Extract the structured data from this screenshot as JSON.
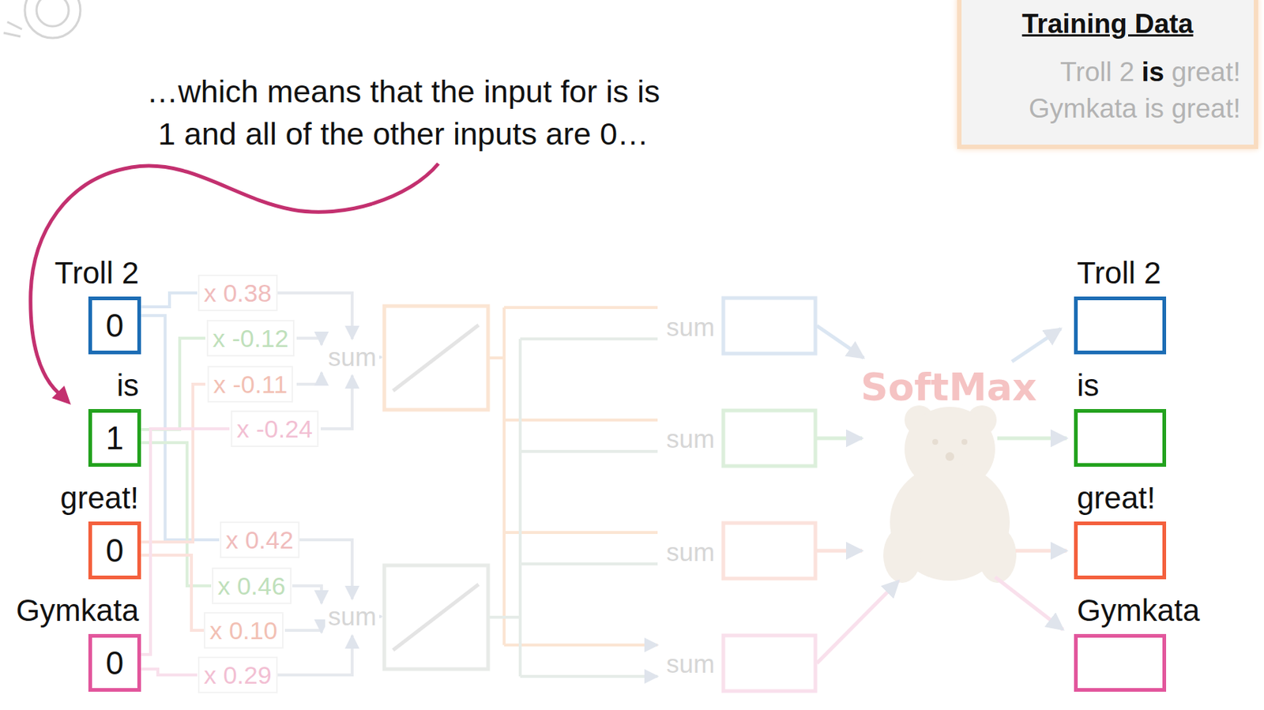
{
  "diagram": {
    "title": "…which means that the input for is is 1 and all of the other inputs are 0…",
    "nodes": [
      {
        "text": [
          "Training Data",
          "Troll 2",
          "is",
          "great!",
          "Gymkata is great!"
        ]
      },
      {
        "text": [
          "Troll 2",
          "0"
        ]
      },
      {
        "text": [
          "is",
          "1"
        ]
      },
      {
        "text": [
          "great!",
          "0"
        ]
      },
      {
        "text": [
          "Gymkata",
          "0"
        ]
      },
      {
        "text": [
          "Troll 2"
        ]
      },
      {
        "text": [
          "is"
        ]
      },
      {
        "text": [
          "great!"
        ]
      },
      {
        "text": [
          "Gymkata"
        ]
      }
    ],
    "labels": [
      "x 0.38",
      "x -0.12",
      "x -0.11",
      "x -0.24",
      "x 0.42",
      "x 0.46",
      "x 0.10",
      "x 0.29",
      "sum",
      "sum",
      "sum",
      "sum",
      "sum",
      "sum",
      "SoftMax"
    ]
  }
}
